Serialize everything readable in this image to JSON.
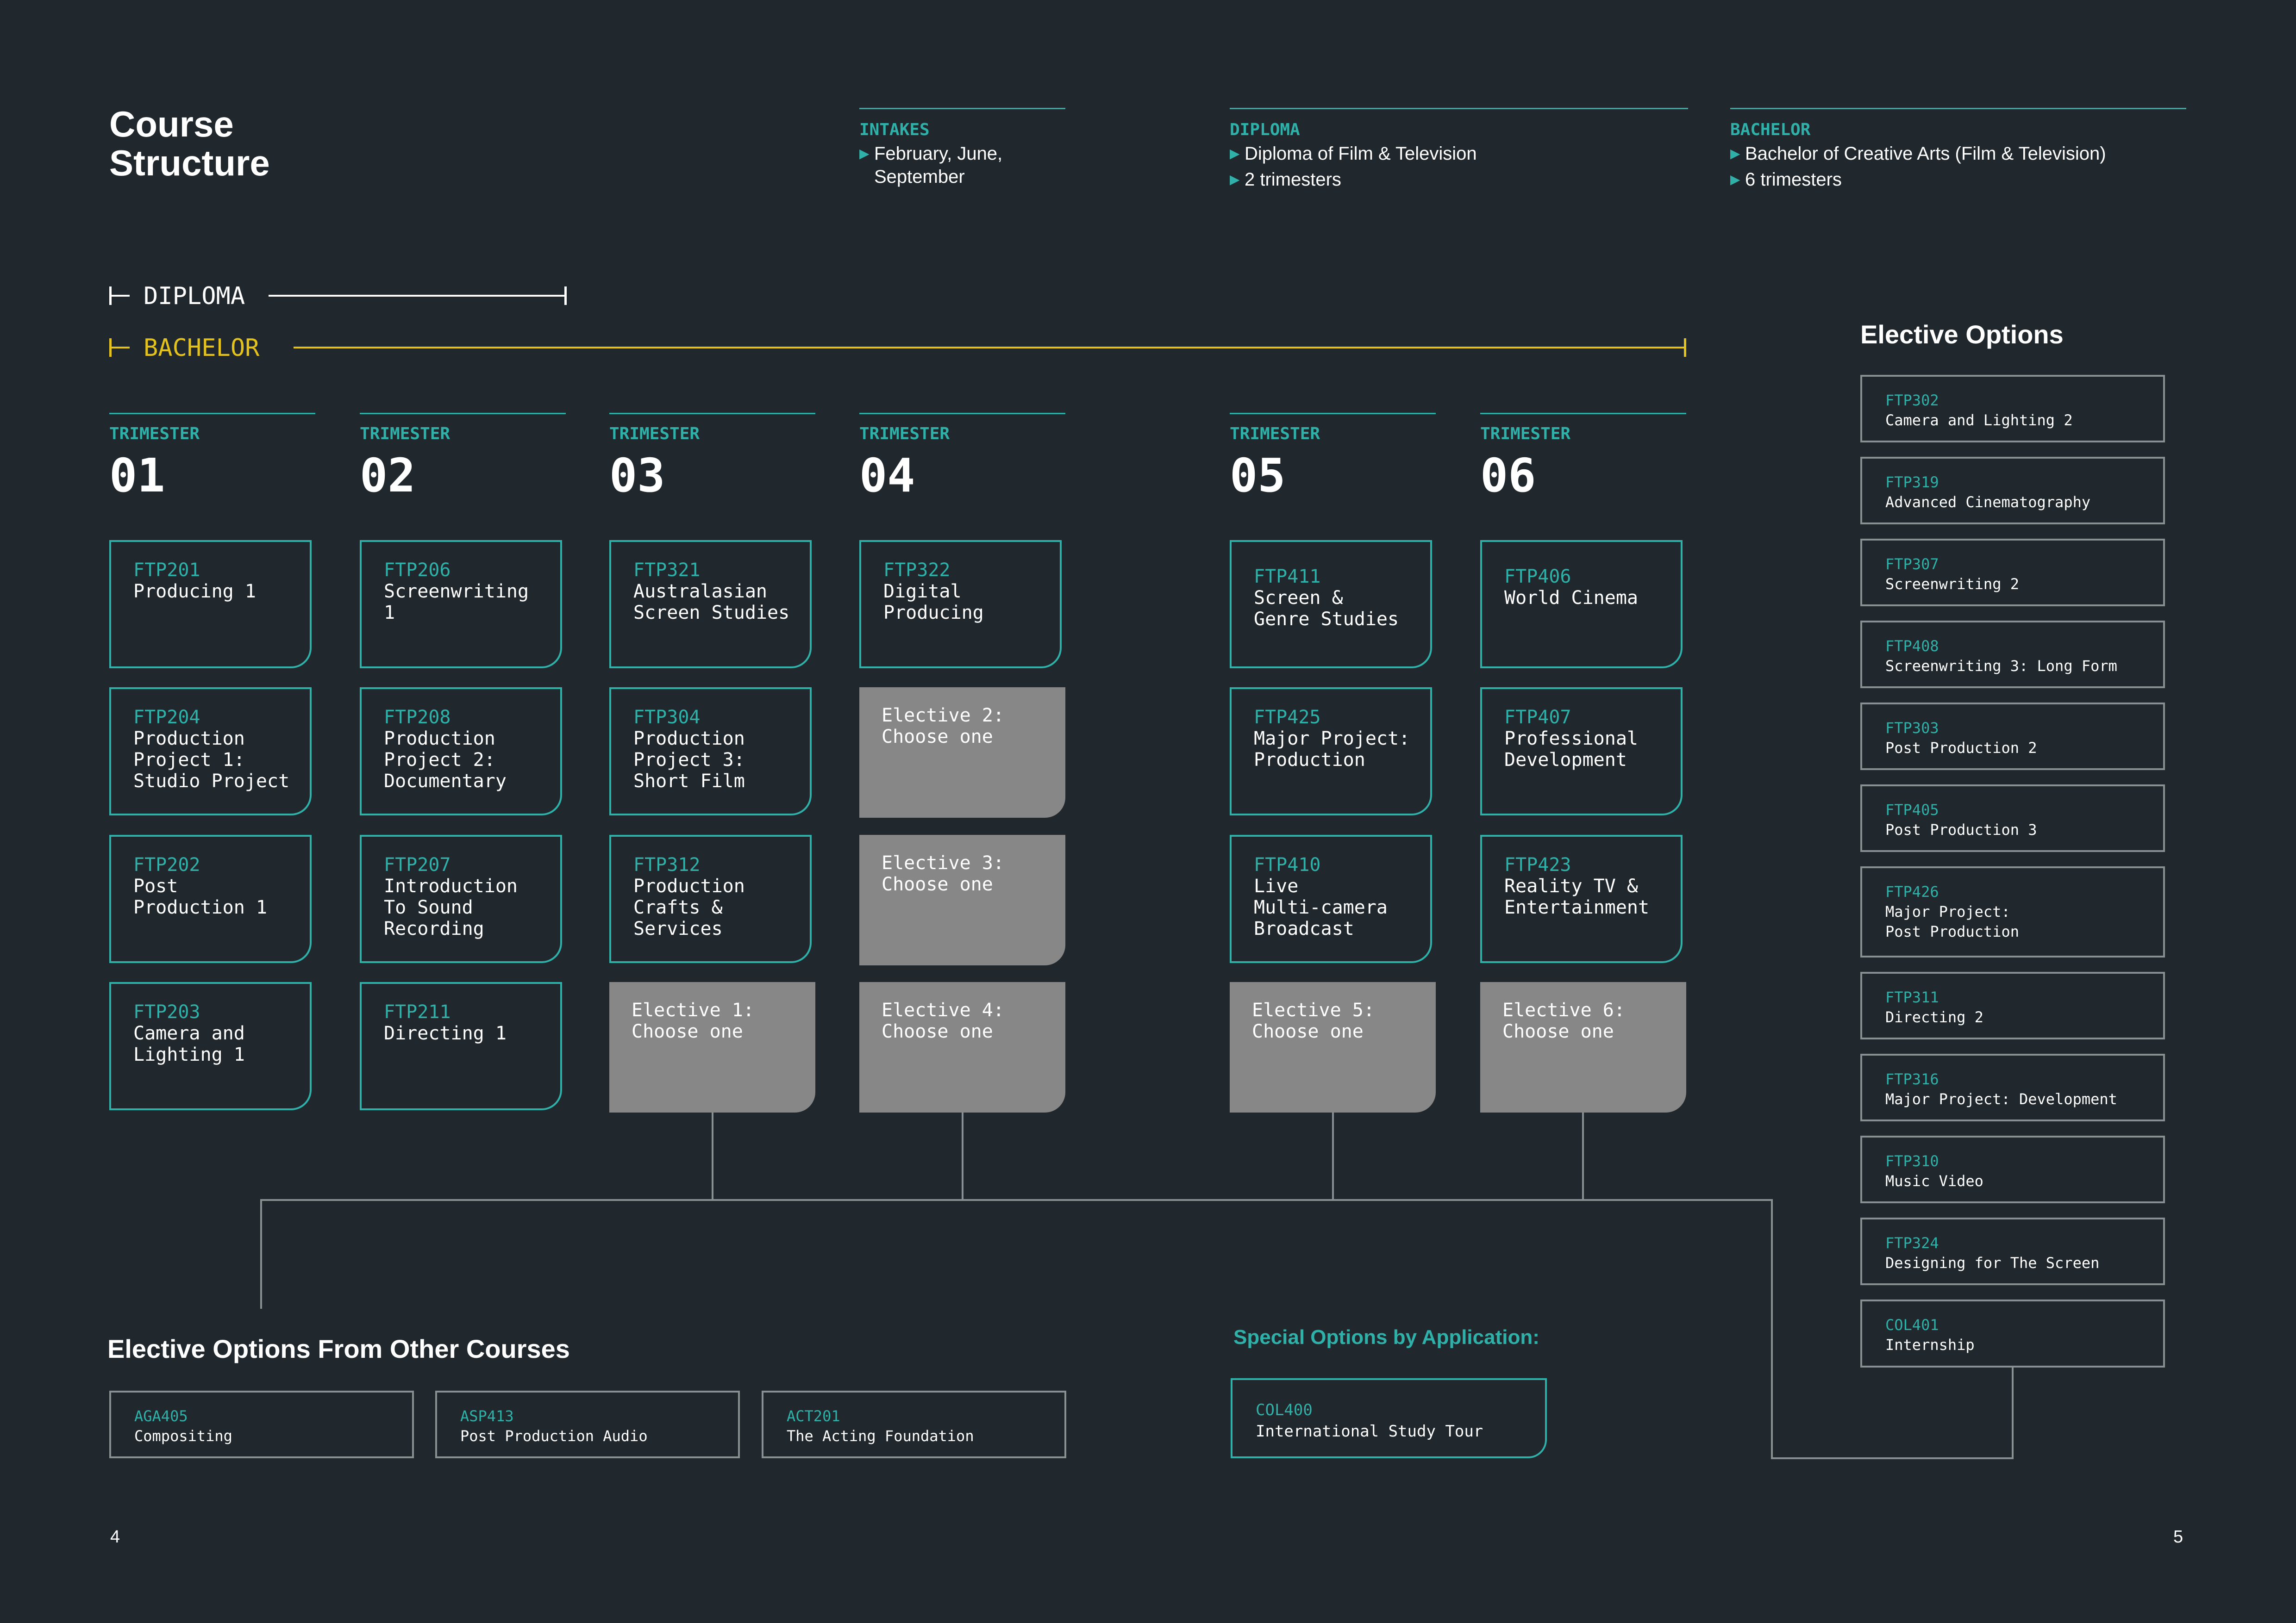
{
  "title": "Course\nStructure",
  "info": [
    {
      "label": "INTAKES",
      "items": [
        "February, June,\nSeptember"
      ]
    },
    {
      "label": "DIPLOMA",
      "items": [
        "Diploma of Film & Television",
        "2 trimesters"
      ]
    },
    {
      "label": "BACHELOR",
      "items": [
        "Bachelor of Creative Arts (Film & Television)",
        "6 trimesters"
      ]
    }
  ],
  "tracks": {
    "diploma": "DIPLOMA",
    "bachelor": "BACHELOR",
    "bachelor_color": "#e3c21d"
  },
  "trimester_label": "TRIMESTER",
  "trimesters": [
    "01",
    "02",
    "03",
    "04",
    "05",
    "06"
  ],
  "courses": {
    "t1": [
      {
        "code": "FTP201",
        "name": "Producing 1"
      },
      {
        "code": "FTP204",
        "name": "Production\nProject 1:\nStudio Project"
      },
      {
        "code": "FTP202",
        "name": "Post\nProduction 1"
      },
      {
        "code": "FTP203",
        "name": "Camera and\nLighting 1"
      }
    ],
    "t2": [
      {
        "code": "FTP206",
        "name": "Screenwriting\n1"
      },
      {
        "code": "FTP208",
        "name": "Production\nProject 2:\nDocumentary"
      },
      {
        "code": "FTP207",
        "name": "Introduction\nTo Sound\nRecording"
      },
      {
        "code": "FTP211",
        "name": "Directing 1"
      }
    ],
    "t3": [
      {
        "code": "FTP321",
        "name": "Australasian\nScreen Studies"
      },
      {
        "code": "FTP304",
        "name": "Production\nProject 3:\nShort Film"
      },
      {
        "code": "FTP312",
        "name": "Production\nCrafts &\nServices"
      }
    ],
    "t4": [
      {
        "code": "FTP322",
        "name": "Digital\nProducing"
      }
    ],
    "t5": [
      {
        "code": "FTP411",
        "name": "Screen &\nGenre Studies"
      },
      {
        "code": "FTP425",
        "name": "Major Project:\nProduction"
      },
      {
        "code": "FTP410",
        "name": "Live\nMulti-camera\nBroadcast"
      }
    ],
    "t6": [
      {
        "code": "FTP406",
        "name": "World Cinema"
      },
      {
        "code": "FTP407",
        "name": "Professional\nDevelopment"
      },
      {
        "code": "FTP423",
        "name": "Reality TV &\nEntertainment"
      }
    ]
  },
  "electives": {
    "e1": "Elective 1:\nChoose one",
    "e2": "Elective 2:\nChoose one",
    "e3": "Elective 3:\nChoose one",
    "e4": "Elective 4:\nChoose one",
    "e5": "Elective 5:\nChoose one",
    "e6": "Elective 6:\nChoose one"
  },
  "elective_options": {
    "title": "Elective Options",
    "items": [
      {
        "code": "FTP302",
        "name": "Camera and Lighting 2"
      },
      {
        "code": "FTP319",
        "name": "Advanced Cinematography"
      },
      {
        "code": "FTP307",
        "name": "Screenwriting 2"
      },
      {
        "code": "FTP408",
        "name": "Screenwriting 3: Long Form"
      },
      {
        "code": "FTP303",
        "name": "Post Production 2"
      },
      {
        "code": "FTP405",
        "name": "Post Production 3"
      },
      {
        "code": "FTP426",
        "name": "Major Project:\nPost Production"
      },
      {
        "code": "FTP311",
        "name": "Directing 2"
      },
      {
        "code": "FTP316",
        "name": "Major Project: Development"
      },
      {
        "code": "FTP310",
        "name": "Music Video"
      },
      {
        "code": "FTP324",
        "name": "Designing for The Screen"
      },
      {
        "code": "COL401",
        "name": "Internship"
      }
    ]
  },
  "other_courses": {
    "title": "Elective Options From Other Courses",
    "items": [
      {
        "code": "AGA405",
        "name": "Compositing"
      },
      {
        "code": "ASP413",
        "name": "Post Production Audio"
      },
      {
        "code": "ACT201",
        "name": "The Acting Foundation"
      }
    ]
  },
  "special": {
    "title": "Special Options by Application:",
    "code": "COL400",
    "name": "International Study Tour"
  },
  "page_numbers": {
    "left": "4",
    "right": "5"
  }
}
